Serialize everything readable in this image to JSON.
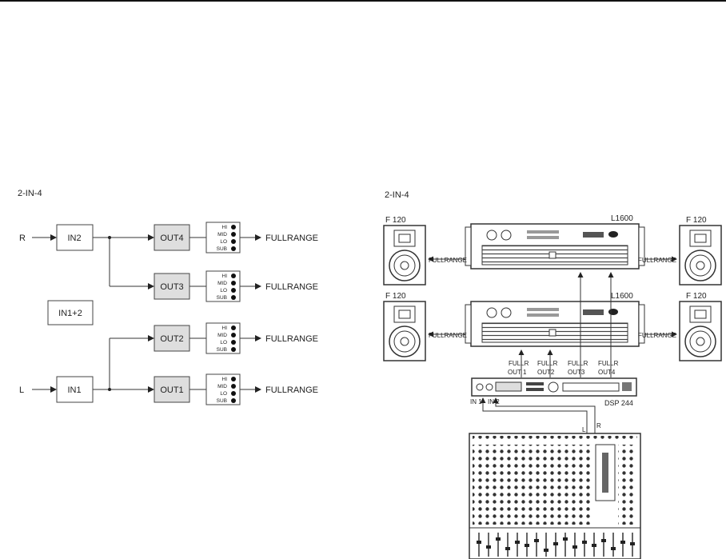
{
  "left_diagram": {
    "title": "2-IN-4",
    "inputs": [
      {
        "signal": "R",
        "block": "IN2"
      },
      {
        "signal": "L",
        "block": "IN1"
      }
    ],
    "link_block": "IN1+2",
    "outputs": [
      "OUT4",
      "OUT3",
      "OUT2",
      "OUT1"
    ],
    "bands": [
      "HI",
      "MID",
      "LO",
      "SUB"
    ],
    "output_label": "FULLRANGE"
  },
  "right_diagram": {
    "title": "2-IN-4",
    "speakers": [
      "F 120",
      "F 120",
      "F 120",
      "F 120"
    ],
    "amplifiers": [
      "L1600",
      "L1600"
    ],
    "fullrange_label": "FULLRANGE",
    "processor": "DSP 244",
    "processor_inputs": [
      "IN 1",
      "IN 2"
    ],
    "out_labels": [
      {
        "top": "FULLR",
        "bottom": "OUT 1"
      },
      {
        "top": "FULLR",
        "bottom": "OUT2"
      },
      {
        "top": "FULLR",
        "bottom": "OUT3"
      },
      {
        "top": "FULLR",
        "bottom": "OUT4"
      }
    ],
    "mixer_outputs": [
      "L",
      "R"
    ]
  }
}
